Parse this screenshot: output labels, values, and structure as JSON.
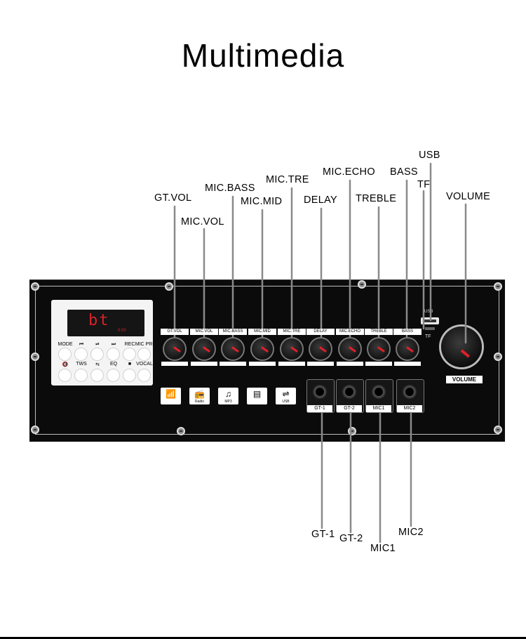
{
  "title": "Multimedia",
  "callouts": {
    "usb": "USB",
    "tf": "TF",
    "mic_echo": "MIC.ECHO",
    "bass": "BASS",
    "mic_tre": "MIC.TRE",
    "mic_bass": "MIC.BASS",
    "gt_vol": "GT.VOL",
    "mic_mid": "MIC.MID",
    "delay": "DELAY",
    "treble": "TREBLE",
    "volume": "VOLUME",
    "mic_vol": "MIC.VOL",
    "gt_1": "GT-1",
    "gt_2": "GT-2",
    "mic1": "MIC1",
    "mic2": "MIC2"
  },
  "panel": {
    "display_text": "bt",
    "display_sub": "0.00",
    "player_buttons_row1": [
      "MODE",
      "⏮",
      "⏯",
      "⏭",
      "REC",
      "MIC PRI"
    ],
    "player_buttons_row2": [
      "🔇",
      "TWS",
      "⇆",
      "EQ",
      "■",
      "VOCAL"
    ],
    "knobs": [
      "GT.VOL",
      "MIC.VOL",
      "MIC.BASS",
      "MIC.MID",
      "MIC.TRE",
      "DELAY",
      "MIC.ECHO",
      "TREBLE",
      "BASS"
    ],
    "sources": [
      {
        "glyph": "📶",
        "label": ""
      },
      {
        "glyph": "📻",
        "label": "Radio"
      },
      {
        "glyph": "♫",
        "label": "MP3"
      },
      {
        "glyph": "▤",
        "label": ""
      },
      {
        "glyph": "⇌",
        "label": "USB"
      }
    ],
    "jacks": [
      "GT-1",
      "GT-2",
      "MIC1",
      "MIC2"
    ],
    "usb_port_label": "USB",
    "tf_slot_label": "TF",
    "volume_label": "VOLUME"
  },
  "colors": {
    "panel": "#0b0b0b",
    "display_red": "#d8222a",
    "knob_indicator": "#e0202a"
  }
}
